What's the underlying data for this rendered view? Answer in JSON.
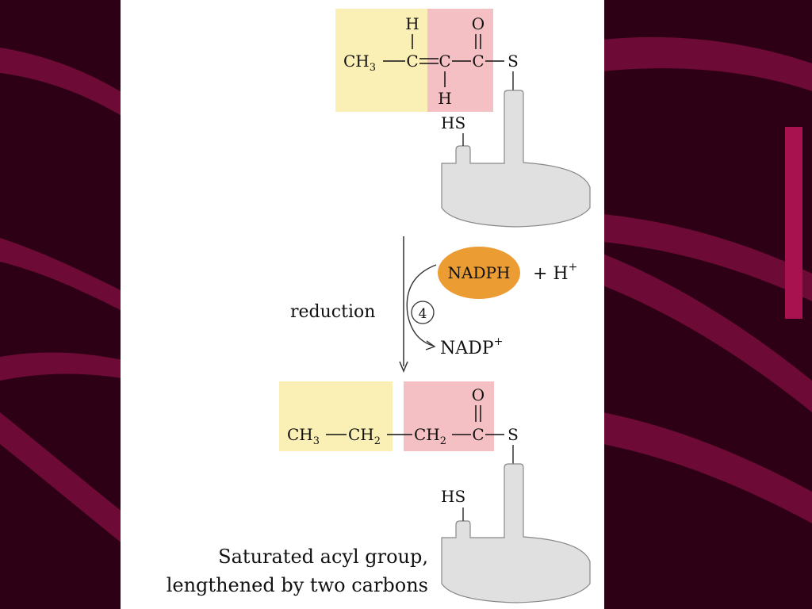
{
  "colors": {
    "background": "#2e0015",
    "ribbon": "#6e0a36",
    "methyl_box": "#faf0b5",
    "thioester_box": "#f4c0c3",
    "enzyme": "#e0e0e0",
    "nadph": "#eb9c33",
    "panel": "#ffffff"
  },
  "top_molecule": {
    "h_top": "H",
    "o_top": "O",
    "ch3": "CH",
    "ch3_sub": "3",
    "c_left": "C",
    "c_mid": "C",
    "c_right": "C",
    "s": "S",
    "h_bottom": "H",
    "hs": "HS"
  },
  "reaction": {
    "step_label": "reduction",
    "step_number": "4",
    "cofactor_in": "NADPH",
    "plus_h": "+ H",
    "plus_h_sup": "+",
    "cofactor_out": "NADP",
    "cofactor_out_sup": "+"
  },
  "bottom_molecule": {
    "o_top": "O",
    "ch3": "CH",
    "ch3_sub": "3",
    "ch2_a": "CH",
    "ch2_a_sub": "2",
    "ch2_b": "CH",
    "ch2_b_sub": "2",
    "c_right": "C",
    "s": "S",
    "hs": "HS"
  },
  "caption": {
    "line1": "Saturated acyl group,",
    "line2": "lengthened by two carbons"
  }
}
